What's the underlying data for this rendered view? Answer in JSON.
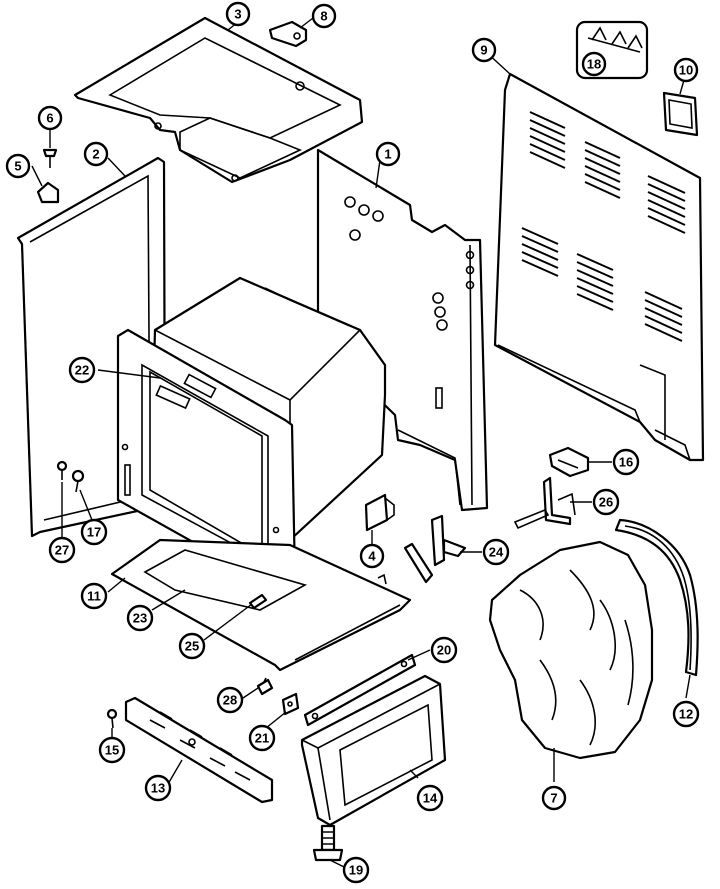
{
  "callouts": [
    {
      "id": "c3",
      "label": "3"
    },
    {
      "id": "c8",
      "label": "8"
    },
    {
      "id": "c18",
      "label": "18"
    },
    {
      "id": "c9",
      "label": "9"
    },
    {
      "id": "c10",
      "label": "10"
    },
    {
      "id": "c6",
      "label": "6"
    },
    {
      "id": "c5",
      "label": "5"
    },
    {
      "id": "c2",
      "label": "2"
    },
    {
      "id": "c1",
      "label": "1"
    },
    {
      "id": "c22",
      "label": "22"
    },
    {
      "id": "c16",
      "label": "16"
    },
    {
      "id": "c26",
      "label": "26"
    },
    {
      "id": "c27",
      "label": "27"
    },
    {
      "id": "c17",
      "label": "17"
    },
    {
      "id": "c4",
      "label": "4"
    },
    {
      "id": "c24",
      "label": "24"
    },
    {
      "id": "c11",
      "label": "11"
    },
    {
      "id": "c23",
      "label": "23"
    },
    {
      "id": "c25",
      "label": "25"
    },
    {
      "id": "c20",
      "label": "20"
    },
    {
      "id": "c28",
      "label": "28"
    },
    {
      "id": "c21",
      "label": "21"
    },
    {
      "id": "c15",
      "label": "15"
    },
    {
      "id": "c13",
      "label": "13"
    },
    {
      "id": "c14",
      "label": "14"
    },
    {
      "id": "c7",
      "label": "7"
    },
    {
      "id": "c12",
      "label": "12"
    },
    {
      "id": "c19",
      "label": "19"
    }
  ]
}
